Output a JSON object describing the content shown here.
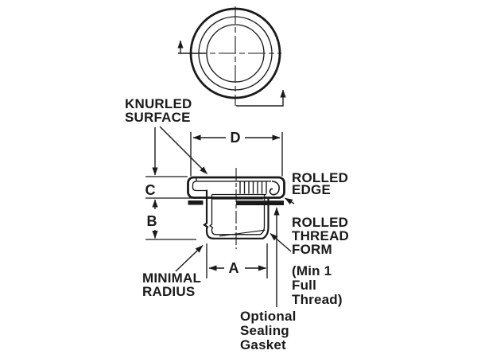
{
  "colors": {
    "ink": "#1a1a1a",
    "background": "#ffffff"
  },
  "labels": {
    "knurled_surface": [
      "KNURLED",
      "SURFACE"
    ],
    "rolled_edge": [
      "ROLLED",
      "EDGE"
    ],
    "rolled_thread_form": [
      "ROLLED",
      "THREAD",
      "FORM"
    ],
    "min_thread_note": [
      "(Min 1",
      "Full",
      "Thread)"
    ],
    "minimal_radius": [
      "MINIMAL",
      "RADIUS"
    ],
    "optional_sealing_gasket": [
      "Optional",
      "Sealing",
      "Gasket"
    ]
  },
  "dimension_labels": {
    "d": "D",
    "c": "C",
    "b": "B",
    "a": "A"
  }
}
